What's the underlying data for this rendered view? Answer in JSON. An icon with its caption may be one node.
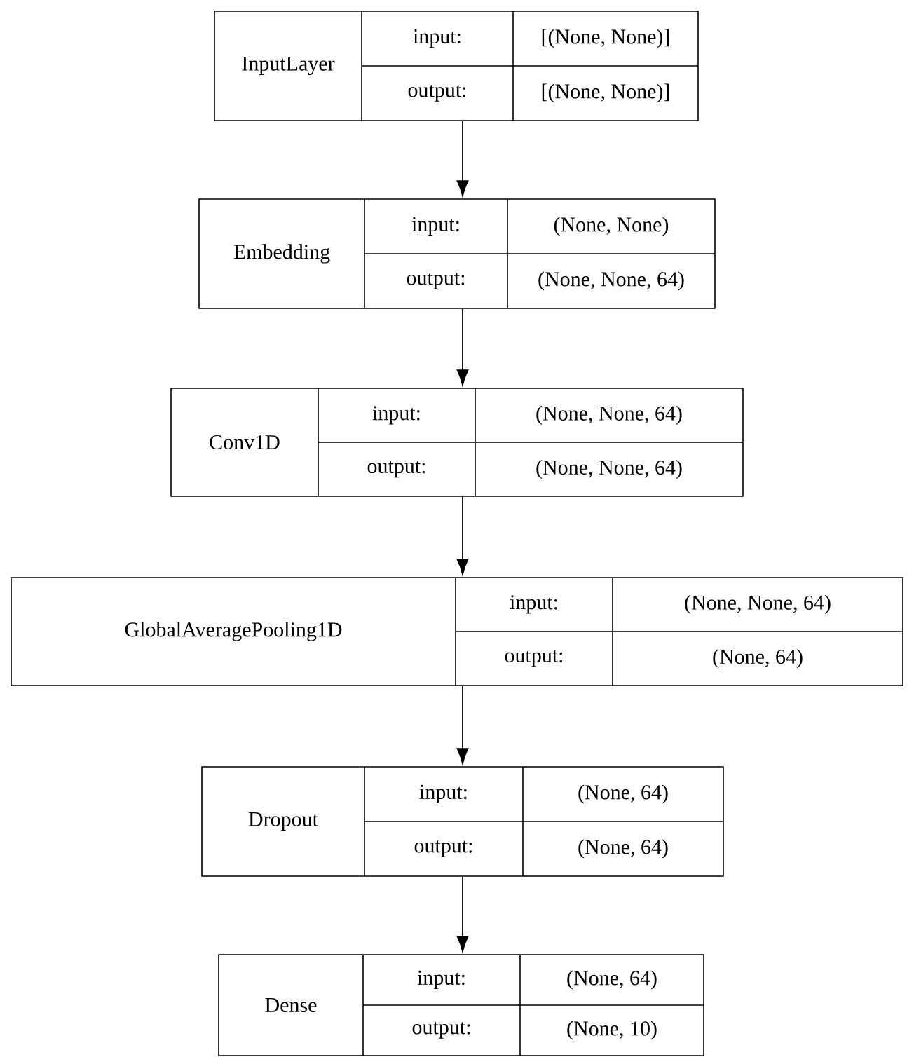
{
  "diagram": {
    "nodes": [
      {
        "text": [
          "InputLayer",
          "input:",
          "[(None, None)]",
          "output:",
          "[(None, None)]"
        ]
      },
      {
        "text": [
          "Embedding",
          "input:",
          "(None, None)",
          "output:",
          "(None, None, 64)"
        ]
      },
      {
        "text": [
          "Conv1D",
          "input:",
          "(None, None, 64)",
          "output:",
          "(None, None, 64)"
        ]
      },
      {
        "text": [
          "GlobalAveragePooling1D",
          "input:",
          "(None, None, 64)",
          "output:",
          "(None, 64)"
        ]
      },
      {
        "text": [
          "Dropout",
          "input:",
          "(None, 64)",
          "output:",
          "(None, 64)"
        ]
      },
      {
        "text": [
          "Dense",
          "input:",
          "(None, 64)",
          "output:",
          "(None, 10)"
        ]
      }
    ],
    "edges": [
      {
        "from": 0,
        "to": 1,
        "arrow": "to"
      },
      {
        "from": 1,
        "to": 2,
        "arrow": "to"
      },
      {
        "from": 2,
        "to": 3,
        "arrow": "to"
      },
      {
        "from": 3,
        "to": 4,
        "arrow": "to"
      },
      {
        "from": 4,
        "to": 5,
        "arrow": "to"
      }
    ]
  }
}
